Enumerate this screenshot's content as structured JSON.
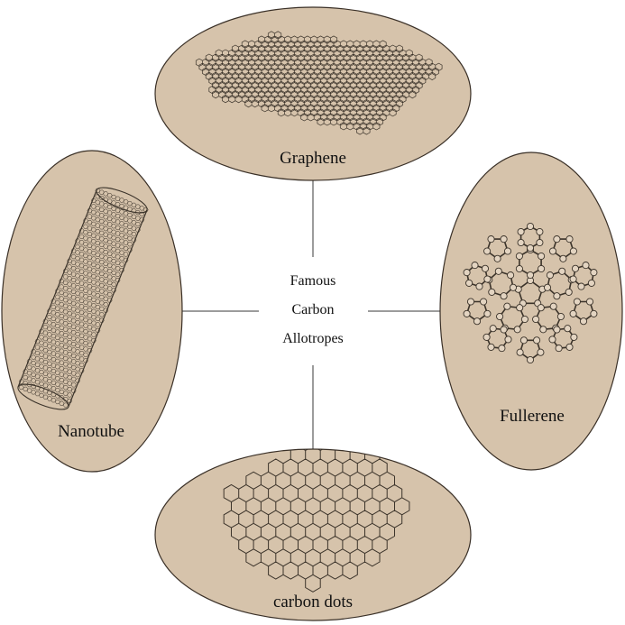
{
  "center": {
    "lines": [
      "Famous",
      "Carbon",
      "Allotropes"
    ]
  },
  "nodes": {
    "graphene": {
      "label": "Graphene",
      "icon": "graphene-sheet-icon"
    },
    "fullerene": {
      "label": "Fullerene",
      "icon": "buckyball-icon"
    },
    "carbon_dots": {
      "label": "carbon dots",
      "icon": "hexagon-lattice-icon"
    },
    "nanotube": {
      "label": "Nanotube",
      "icon": "nanotube-cylinder-icon"
    }
  },
  "colors": {
    "ellipse_fill": "#d6c3ab",
    "ellipse_stroke": "#3a3027",
    "line": "#3a3a3a",
    "lattice": "#3b332a"
  }
}
